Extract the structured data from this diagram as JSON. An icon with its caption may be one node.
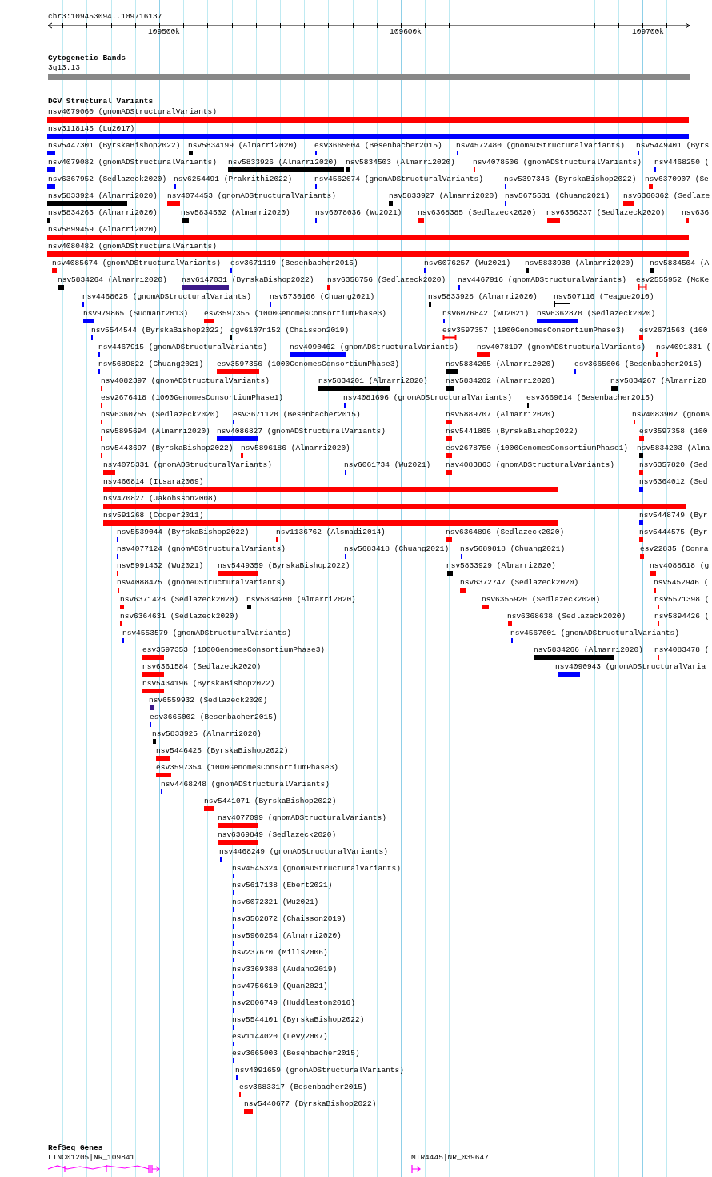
{
  "diagram": {
    "labels": [
      "chr3:109453094..109716137",
      "109500k",
      "109600k",
      "109700k",
      "Cytogenetic Bands",
      "3q13.13",
      "DGV Structural Variants",
      "nsv4079060 (gnomADStructuralVariants)",
      "nsv3118145 (Lu2017)",
      "nsv5447301 (ByrskaBishop2022)",
      "nsv5834199 (Almarri2020)",
      "esv3665004 (Besenbacher2015)",
      "nsv4572480 (gnomADStructuralVariants)",
      "nsv5449401 (Byrs",
      "nsv4079082 (gnomADStructuralVariants)",
      "nsv5833926 (Almarri2020)",
      "nsv5834503 (Almarri2020)",
      "nsv4078506 (gnomADStructuralVariants)",
      "nsv4468250 (",
      "nsv6367952 (Sedlazeck2020)",
      "nsv6254491 (Prakrithi2022)",
      "nsv4562074 (gnomADStructuralVariants)",
      "nsv5397346 (ByrskaBishop2022)",
      "nsv6370907 (Se",
      "nsv5833924 (Almarri2020)",
      "nsv4074453 (gnomADStructuralVariants)",
      "nsv5833927 (Almarri2020)",
      "nsv5675531 (Chuang2021)",
      "nsv6360362 (Sedlaze",
      "nsv5834263 (Almarri2020)",
      "nsv5834502 (Almarri2020)",
      "nsv6078036 (Wu2021)",
      "nsv6368385 (Sedlazeck2020)",
      "nsv6356337 (Sedlazeck2020)",
      "nsv636",
      "nsv5899459 (Almarri2020)",
      "nsv4080482 (gnomADStructuralVariants)",
      "nsv4085674 (gnomADStructuralVariants)",
      "esv3671119 (Besenbacher2015)",
      "nsv6076257 (Wu2021)",
      "nsv5833930 (Almarri2020)",
      "nsv5834504 (A",
      "nsv5834264 (Almarri2020)",
      "nsv6147031 (ByrskaBishop2022)",
      "nsv6358756 (Sedlazeck2020)",
      "nsv4467916 (gnomADStructuralVariants)",
      "esv2555952 (McKe",
      "nsv4468625 (gnomADStructuralVariants)",
      "nsv5730166 (Chuang2021)",
      "nsv5833928 (Almarri2020)",
      "nsv507116 (Teague2010)",
      "nsv979865 (Sudmant2013)",
      "esv3597355 (1000GenomesConsortiumPhase3)",
      "nsv6076842 (Wu2021)",
      "nsv6362870 (Sedlazeck2020)",
      "nsv5544544 (ByrskaBishop2022)",
      "dgv6107n152 (Chaisson2019)",
      "esv3597357 (1000GenomesConsortiumPhase3)",
      "esv2671563 (100",
      "nsv4467915 (gnomADStructuralVariants)",
      "nsv4090462 (gnomADStructuralVariants)",
      "nsv4078197 (gnomADStructuralVariants)",
      "nsv4091331 (",
      "nsv5689822 (Chuang2021)",
      "esv3597356 (1000GenomesConsortiumPhase3)",
      "nsv5834265 (Almarri2020)",
      "esv3665006 (Besenbacher2015)",
      "nsv4082397 (gnomADStructuralVariants)",
      "nsv5834201 (Almarri2020)",
      "nsv5834202 (Almarri2020)",
      "nsv5834267 (Almarri20",
      "esv2676418 (1000GenomesConsortiumPhase1)",
      "nsv4081696 (gnomADStructuralVariants)",
      "esv3669014 (Besenbacher2015)",
      "nsv6360755 (Sedlazeck2020)",
      "esv3671120 (Besenbacher2015)",
      "nsv5889707 (Almarri2020)",
      "nsv4083902 (gnomA",
      "nsv5895694 (Almarri2020)",
      "nsv4086827 (gnomADStructuralVariants)",
      "nsv5441805 (ByrskaBishop2022)",
      "esv3597358 (100",
      "nsv5443697 (ByrskaBishop2022)",
      "nsv5896186 (Almarri2020)",
      "esv2678750 (1000GenomesConsortiumPhase1)",
      "nsv5834203 (Alma",
      "nsv4075331 (gnomADStructuralVariants)",
      "nsv6061734 (Wu2021)",
      "nsv4083863 (gnomADStructuralVariants)",
      "nsv6357820 (Sed",
      "nsv460814 (Itsara2009)",
      "nsv6364012 (Sed",
      "nsv470827 (Jakobsson2008)",
      "nsv591268 (Cooper2011)",
      "nsv5448749 (Byr",
      "nsv5539044 (ByrskaBishop2022)",
      "nsv1136762 (Alsmadi2014)",
      "nsv6364896 (Sedlazeck2020)",
      "nsv5444575 (Byr",
      "nsv4077124 (gnomADStructuralVariants)",
      "nsv5683418 (Chuang2021)",
      "nsv5689818 (Chuang2021)",
      "esv22835 (Conra",
      "nsv5991432 (Wu2021)",
      "nsv5449359 (ByrskaBishop2022)",
      "nsv5833929 (Almarri2020)",
      "nsv4088618 (g",
      "nsv4088475 (gnomADStructuralVariants)",
      "nsv6372747 (Sedlazeck2020)",
      "nsv5452946 (",
      "nsv6371428 (Sedlazeck2020)",
      "nsv5834200 (Almarri2020)",
      "nsv6355920 (Sedlazeck2020)",
      "nsv5571398 (",
      "nsv6364631 (Sedlazeck2020)",
      "nsv6368638 (Sedlazeck2020)",
      "nsv5894426 (",
      "nsv4553579 (gnomADStructuralVariants)",
      "nsv4567001 (gnomADStructuralVariants)",
      "esv3597353 (1000GenomesConsortiumPhase3)",
      "nsv5834266 (Almarri2020)",
      "nsv4083478 (",
      "nsv6361584 (Sedlazeck2020)",
      "nsv4090943 (gnomADStructuralVaria",
      "nsv5434196 (ByrskaBishop2022)",
      "nsv6559932 (Sedlazeck2020)",
      "esv3665002 (Besenbacher2015)",
      "nsv5833925 (Almarri2020)",
      "nsv5446425 (ByrskaBishop2022)",
      "esv3597354 (1000GenomesConsortiumPhase3)",
      "nsv4468248 (gnomADStructuralVariants)",
      "nsv5441071 (ByrskaBishop2022)",
      "nsv4077099 (gnomADStructuralVariants)",
      "nsv6369849 (Sedlazeck2020)",
      "nsv4468249 (gnomADStructuralVariants)",
      "nsv4545324 (gnomADStructuralVariants)",
      "nsv5617138 (Ebert2021)",
      "nsv6072321 (Wu2021)",
      "nsv3562872 (Chaisson2019)",
      "nsv5960254 (Almarri2020)",
      "nsv237670 (Mills2006)",
      "nsv3369388 (Audano2019)",
      "nsv4756610 (Quan2021)",
      "nsv2806749 (Huddleston2016)",
      "nsv5544101 (ByrskaBishop2022)",
      "esv1144020 (Levy2007)",
      "esv3665003 (Besenbacher2015)",
      "nsv4091659 (gnomADStructuralVariants)",
      "esv3683317 (Besenbacher2015)",
      "nsv5440677 (ByrskaBishop2022)",
      "RefSeq Genes",
      "LINC01205|NR_109841",
      "MIR4445|NR_039647"
    ]
  }
}
